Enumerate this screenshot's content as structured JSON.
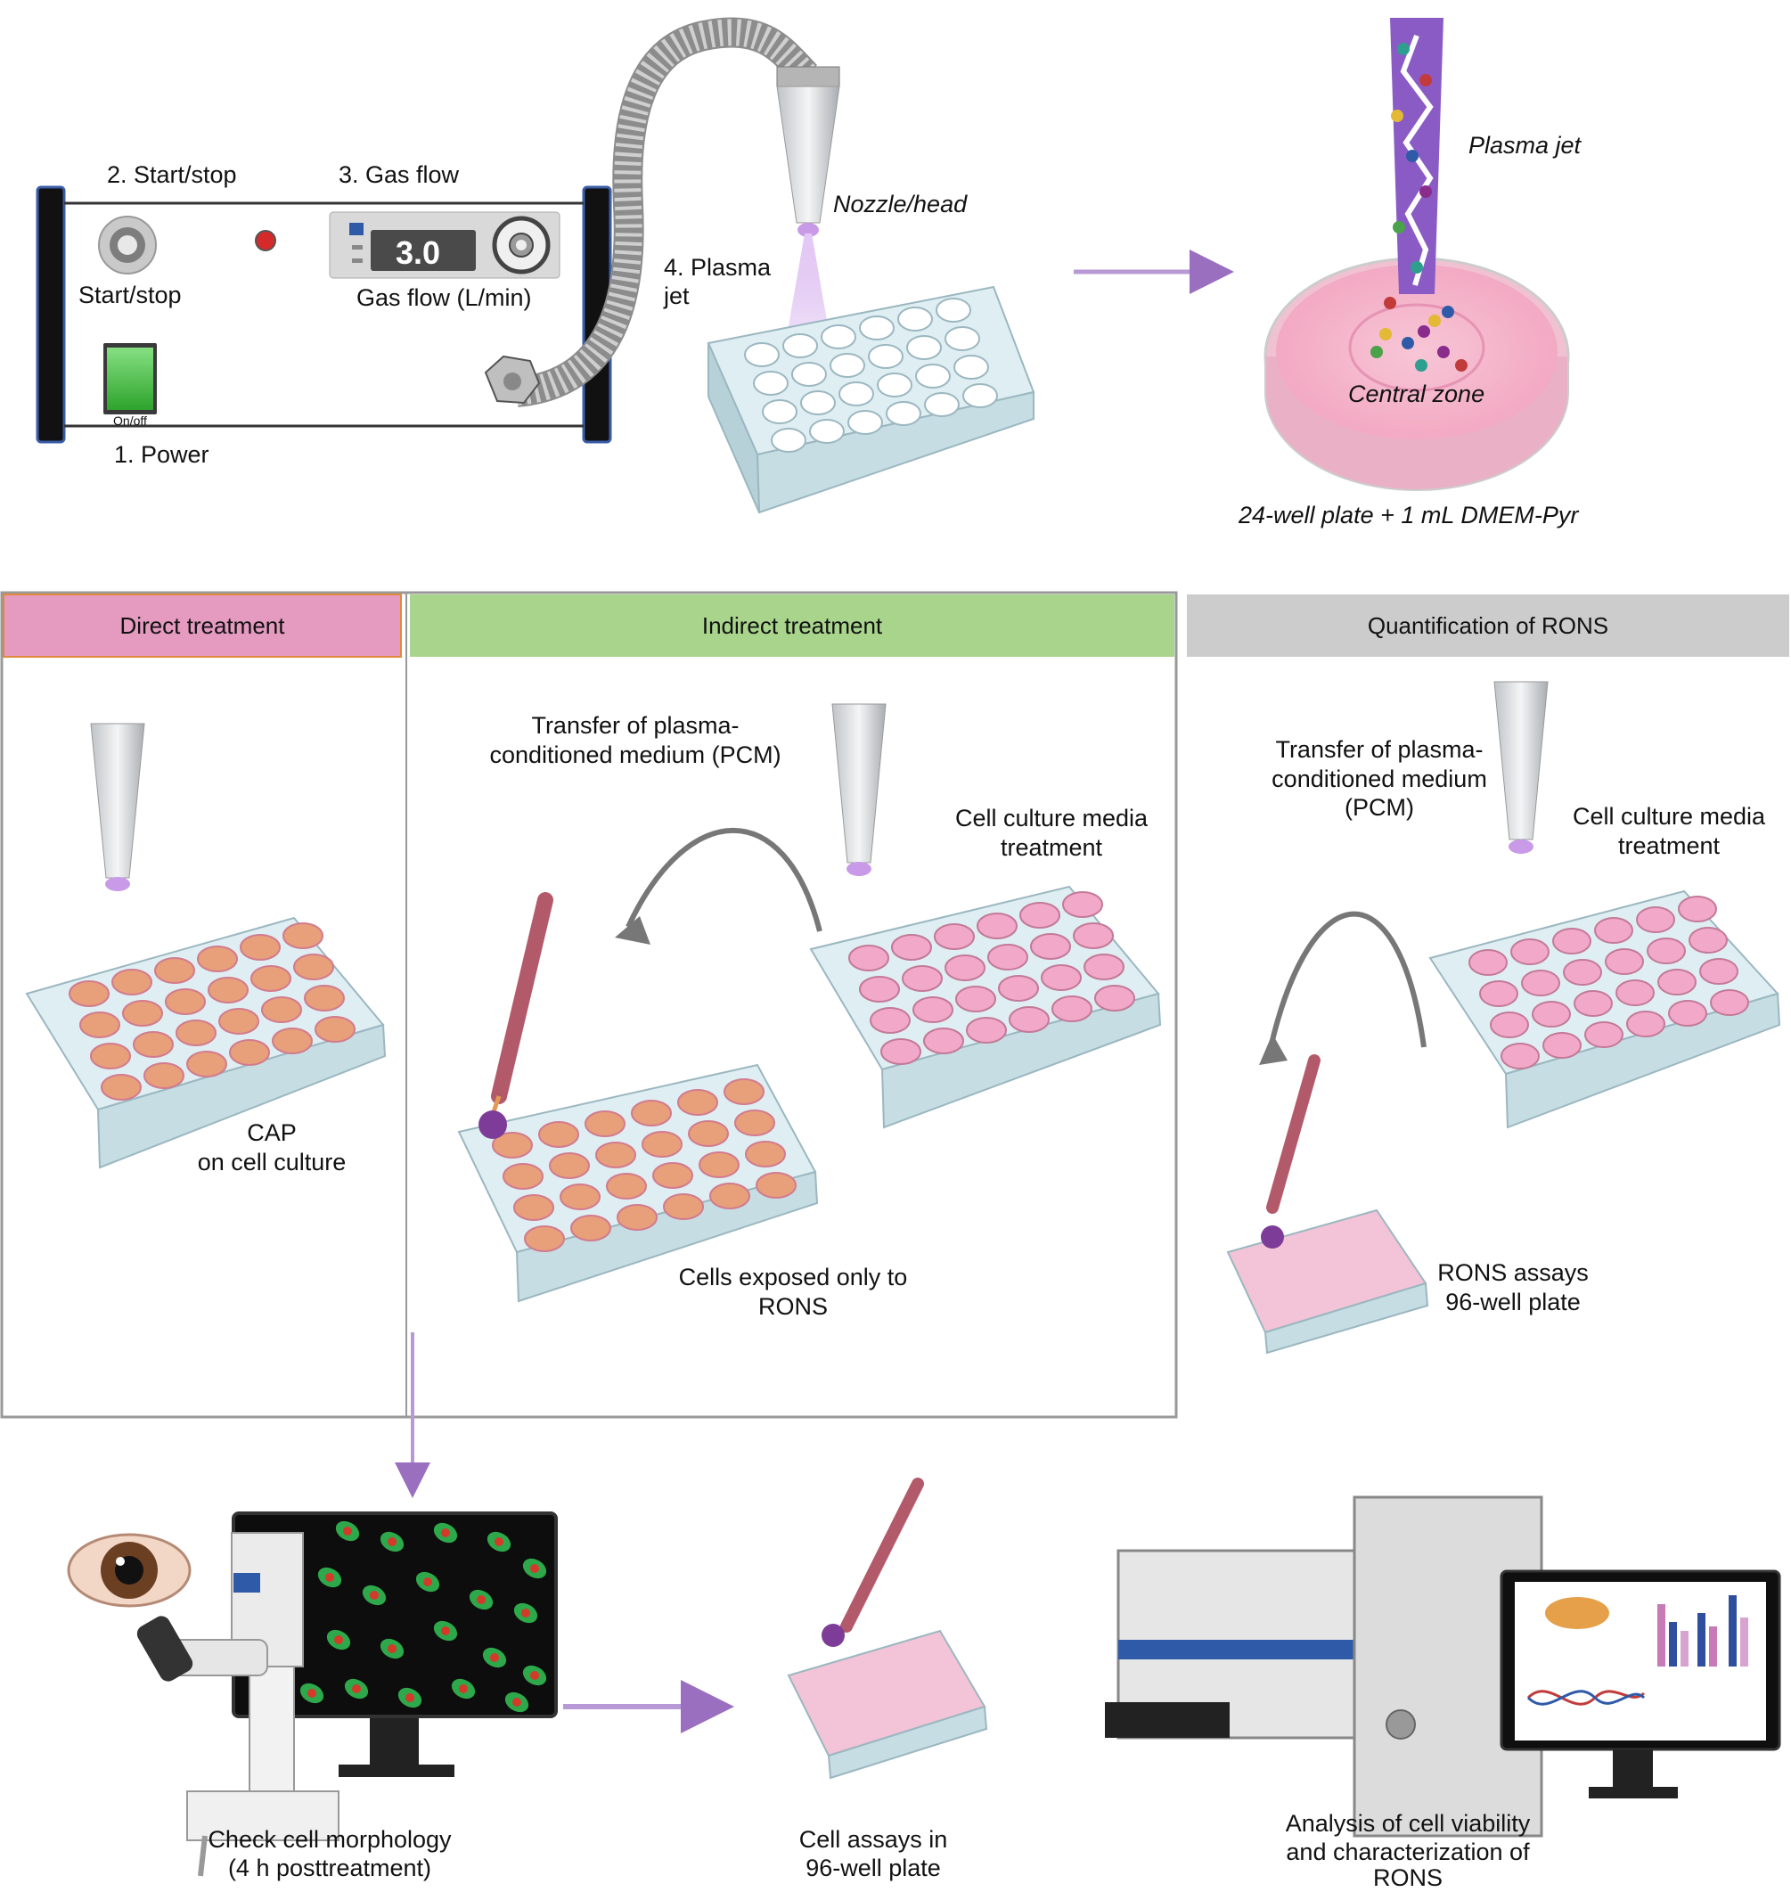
{
  "device": {
    "label_power": "1. Power",
    "label_startstop_title": "2. Start/stop",
    "label_gasflow_title": "3. Gas flow",
    "label_startstop_button": "Start/stop",
    "label_gasflow_unit": "Gas flow (L/min)",
    "display_value": "3.0",
    "onoff_label": "On/off",
    "plasma_jet_label_line1": "4. Plasma",
    "plasma_jet_label_line2": "jet",
    "nozzle_label": "Nozzle/head"
  },
  "closeup": {
    "plasma_jet_label": "Plasma jet",
    "central_zone_label": "Central zone",
    "caption": "24-well plate + 1 mL DMEM-Pyr"
  },
  "panels": {
    "direct": {
      "title": "Direct treatment",
      "caption_line1": "CAP",
      "caption_line2": "on cell culture",
      "color": "#e59ac0"
    },
    "indirect": {
      "title": "Indirect treatment",
      "transfer_line1": "Transfer of plasma-",
      "transfer_line2": "conditioned medium (PCM)",
      "media_line1": "Cell culture media",
      "media_line2": "treatment",
      "exposed_line1": "Cells exposed only to",
      "exposed_line2": "RONS",
      "color": "#a8d48c"
    },
    "rons": {
      "title": "Quantification of RONS",
      "transfer_line1": "Transfer of plasma-",
      "transfer_line2": "conditioned medium",
      "transfer_line3": "(PCM)",
      "media_line1": "Cell culture media",
      "media_line2": "treatment",
      "assay_line1": "RONS assays",
      "assay_line2": "96-well plate",
      "color": "#cccccc"
    }
  },
  "bottom": {
    "morphology_line1": "Check cell morphology",
    "morphology_line2": "(4 h posttreatment)",
    "assays_line1": "Cell assays in",
    "assays_line2": "96-well plate",
    "analysis_line1": "Analysis of cell viability",
    "analysis_line2": "and characterization of",
    "analysis_line3": "RONS"
  },
  "colors": {
    "arrow": "#9b6fc0",
    "plasma": "#c89ae8",
    "medium": "#f2a8c8",
    "plate": "#cfe6ec",
    "tube": "#8c8c8c"
  }
}
